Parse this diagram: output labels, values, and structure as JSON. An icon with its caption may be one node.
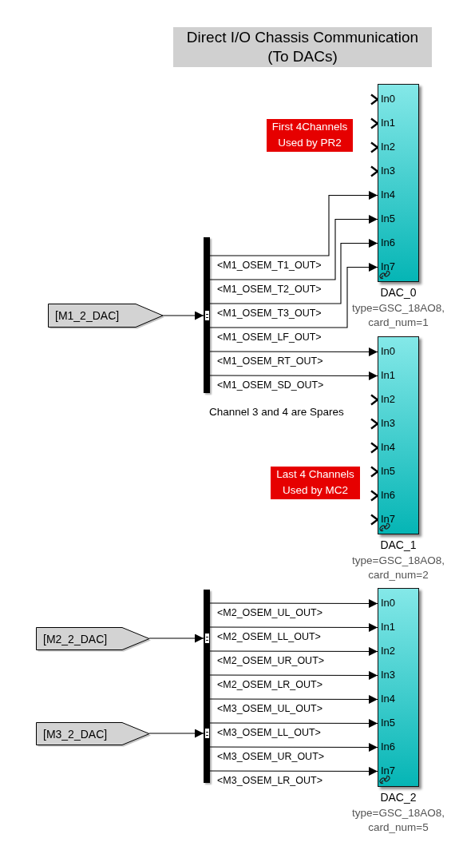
{
  "diagram": {
    "title": "Direct I/O Chassis Communication (To DACs)",
    "nodes": [
      {
        "text": [
          "First 4Channels Used by PR2"
        ]
      },
      {
        "text": [
          "In0",
          "In1",
          "In2",
          "In3",
          "In4",
          "In5",
          "In6",
          "In7"
        ],
        "beside": [
          "DAC_0",
          "type=GSC_18AO8, card_num=1"
        ]
      },
      {
        "text": [
          "[M1_2_DAC]"
        ]
      },
      {
        "text": [],
        "shape": "bar"
      },
      {
        "text": [
          "In0",
          "In1",
          "In2",
          "In3",
          "In4",
          "In5",
          "In6",
          "In7"
        ],
        "beside": [
          "DAC_1",
          "type=GSC_18AO8, card_num=2"
        ]
      },
      {
        "text": [
          "Last 4 Channels Used by MC2"
        ]
      },
      {
        "text": [
          "[M2_2_DAC]"
        ]
      },
      {
        "text": [],
        "shape": "bar"
      },
      {
        "text": [
          "[M3_2_DAC]"
        ]
      },
      {
        "text": [
          "In0",
          "In1",
          "In2",
          "In3",
          "In4",
          "In5",
          "In6",
          "In7"
        ],
        "beside": [
          "DAC_2",
          "type=GSC_18AO8, card_num=5"
        ]
      }
    ],
    "edges": [
      {
        "from": 2,
        "to": 3,
        "arrow": "to"
      },
      {
        "from": 3,
        "to": 1,
        "arrow": "to",
        "label": "<M1_OSEM_T1_OUT>"
      },
      {
        "from": 3,
        "to": 1,
        "arrow": "to",
        "label": "<M1_OSEM_T2_OUT>"
      },
      {
        "from": 3,
        "to": 1,
        "arrow": "to",
        "label": "<M1_OSEM_T3_OUT>"
      },
      {
        "from": 3,
        "to": 1,
        "arrow": "to",
        "label": "<M1_OSEM_LF_OUT>"
      },
      {
        "from": 3,
        "to": 4,
        "arrow": "to",
        "label": "<M1_OSEM_RT_OUT>"
      },
      {
        "from": 3,
        "to": 4,
        "arrow": "to",
        "label": "<M1_OSEM_SD_OUT>"
      },
      {
        "from": 6,
        "to": 7,
        "arrow": "to"
      },
      {
        "from": 8,
        "to": 7,
        "arrow": "to"
      },
      {
        "from": 7,
        "to": 9,
        "arrow": "to",
        "label": "<M2_OSEM_UL_OUT>"
      },
      {
        "from": 7,
        "to": 9,
        "arrow": "to",
        "label": "<M2_OSEM_LL_OUT>"
      },
      {
        "from": 7,
        "to": 9,
        "arrow": "to",
        "label": "<M2_OSEM_UR_OUT>"
      },
      {
        "from": 7,
        "to": 9,
        "arrow": "to",
        "label": "<M2_OSEM_LR_OUT>"
      },
      {
        "from": 7,
        "to": 9,
        "arrow": "to",
        "label": "<M3_OSEM_UL_OUT>"
      },
      {
        "from": 7,
        "to": 9,
        "arrow": "to",
        "label": "<M3_OSEM_LL_OUT>"
      },
      {
        "from": 7,
        "to": 9,
        "arrow": "to",
        "label": "<M3_OSEM_UR_OUT>"
      },
      {
        "from": 7,
        "to": 9,
        "arrow": "to",
        "label": "<M3_OSEM_LR_OUT>"
      }
    ],
    "labels": [
      "Channel 3 and 4 are Spares"
    ]
  }
}
